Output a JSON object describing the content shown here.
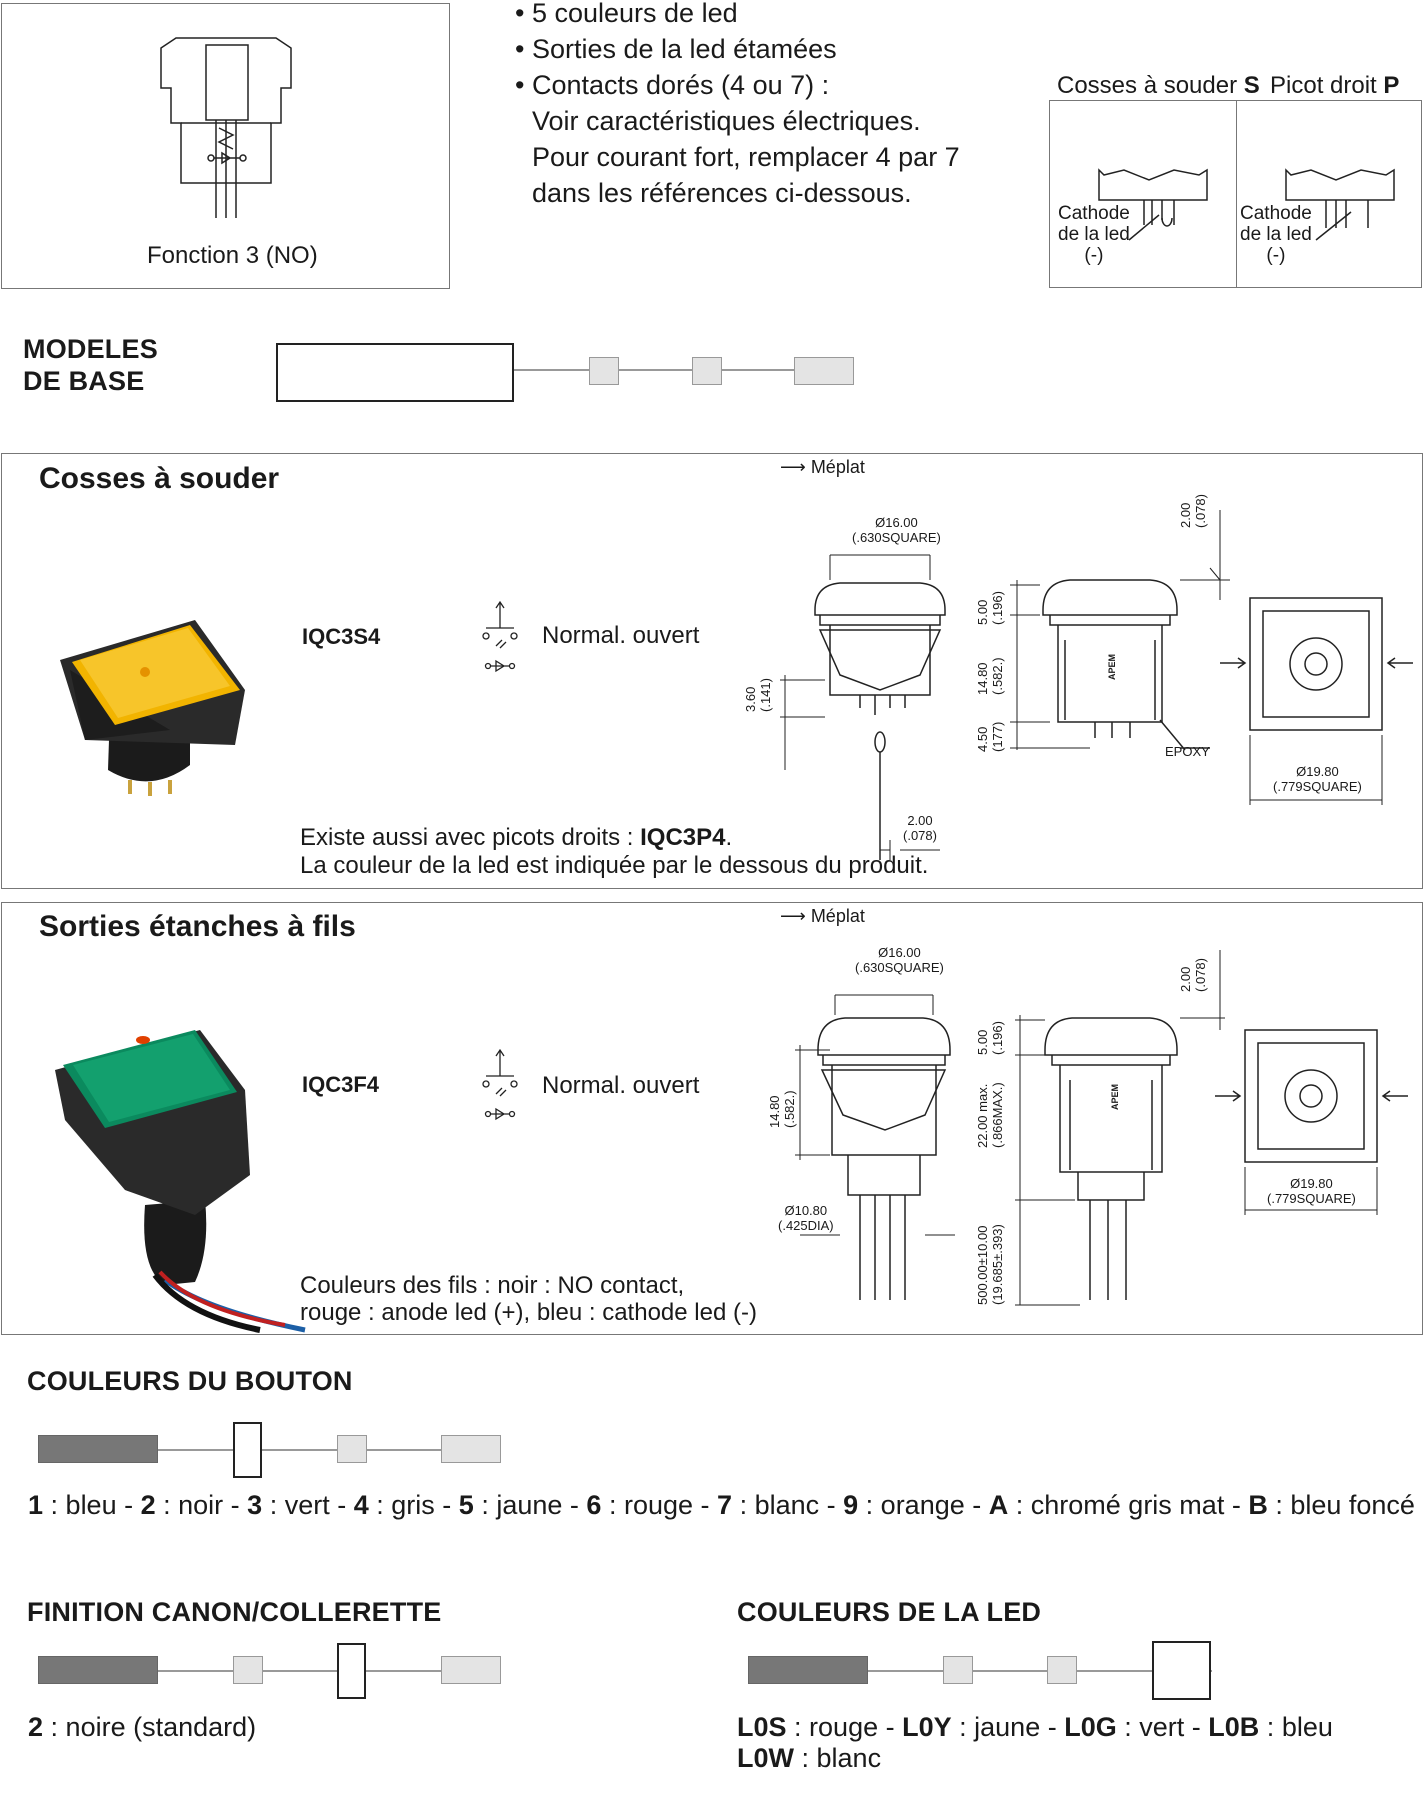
{
  "top": {
    "function_label": "Fonction 3 (NO)",
    "bullets": [
      "5 couleurs de led",
      "Sorties de la led étamées",
      "Contacts dorés (4 ou 7) :"
    ],
    "note_lines": [
      "Voir caractéristiques électriques.",
      "Pour courant fort, remplacer 4 par 7",
      "dans les références ci-dessous."
    ],
    "terminal_solder_label": "Cosses à souder ",
    "terminal_solder_code": "S",
    "terminal_pin_label": "Picot droit ",
    "terminal_pin_code": "P",
    "cathode_lines": [
      "Cathode",
      "de la led",
      "(-)"
    ]
  },
  "base_models": {
    "title_line1": "MODELES",
    "title_line2": "DE BASE"
  },
  "section_solder": {
    "title": "Cosses à souder",
    "meplat": "Méplat",
    "code": "IQC3S4",
    "function": "Normal. ouvert",
    "note1_prefix": "Existe aussi avec picots droits : ",
    "note1_code": "IQC3P4",
    "note1_suffix": ".",
    "note2": "La couleur de la led est indiquée par le dessous du produit.",
    "dims": {
      "d16": "Ø16.00",
      "d16b": "(.630SQUARE)",
      "d2": "2.00",
      "d2b": "(.078)",
      "d5": "5.00",
      "d5b": "(.196)",
      "d148": "14.80",
      "d148b": "(.582.)",
      "d45": "4.50",
      "d45b": "(177)",
      "d36": "3.60",
      "d36b": "(.141)",
      "epoxy": "EPOXY",
      "d198": "Ø19.80",
      "d198b": "(.779SQUARE)",
      "pin": "2.00",
      "pinb": "(.078)",
      "apem": "APEM"
    }
  },
  "section_wires": {
    "title": "Sorties étanches à fils",
    "meplat": "Méplat",
    "code": "IQC3F4",
    "function": "Normal. ouvert",
    "note1": "Couleurs des fils : noir : NO contact,",
    "note2": "rouge : anode led (+), bleu : cathode led (-)",
    "dims": {
      "d16": "Ø16.00",
      "d16b": "(.630SQUARE)",
      "d2": "2.00",
      "d2b": "(.078)",
      "d5": "5.00",
      "d5b": "(.196)",
      "d148": "14.80",
      "d148b": "(.582.)",
      "d22": "22.00 max.",
      "d22b": "(.866MAX.)",
      "d108": "Ø10.80",
      "d108b": "(.425DIA)",
      "d500": "500.00±10.00",
      "d500b": "(19.685±.393)",
      "d198": "Ø19.80",
      "d198b": "(.779SQUARE)",
      "apem": "APEM"
    }
  },
  "button_colors": {
    "title": "COULEURS DU BOUTON",
    "items": [
      {
        "code": "1",
        "name": "bleu"
      },
      {
        "code": "2",
        "name": "noir"
      },
      {
        "code": "3",
        "name": "vert"
      },
      {
        "code": "4",
        "name": "gris"
      },
      {
        "code": "5",
        "name": "jaune"
      },
      {
        "code": "6",
        "name": "rouge"
      },
      {
        "code": "7",
        "name": "blanc"
      },
      {
        "code": "9",
        "name": "orange"
      },
      {
        "code": "A",
        "name": "chromé gris mat"
      },
      {
        "code": "B",
        "name": "bleu foncé"
      }
    ]
  },
  "finish": {
    "title": "FINITION CANON/COLLERETTE",
    "code": "2",
    "name": "noire (standard)"
  },
  "led_colors": {
    "title": "COULEURS DE LA LED",
    "items": [
      {
        "code": "L0S",
        "name": "rouge"
      },
      {
        "code": "L0Y",
        "name": "jaune"
      },
      {
        "code": "L0G",
        "name": "vert"
      },
      {
        "code": "L0B",
        "name": "bleu"
      },
      {
        "code": "L0W",
        "name": "blanc"
      }
    ]
  },
  "colors": {
    "yellow_cap": "#f2b400",
    "green_cap": "#0b8a5e",
    "dark_bar": "#777777",
    "light_bar": "#e4e4e4"
  }
}
